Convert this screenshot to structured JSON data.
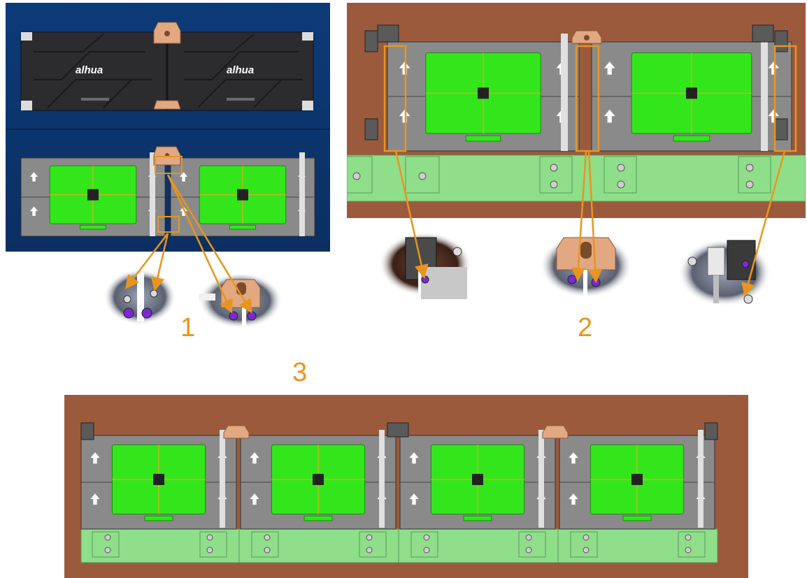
{
  "brand": {
    "logo_text": "alhua"
  },
  "steps": {
    "step1_label": "1",
    "step2_label": "2",
    "step3_label": "3"
  },
  "colors": {
    "callout_orange": "#e8951f",
    "board_green": "#33e61c",
    "cabinet_gray": "#8a8a8a",
    "base_brown": "#9b5a3c",
    "base_green": "#8fdf8a",
    "mount_copper": "#e2a882",
    "background_blue": "#0d3a78"
  }
}
